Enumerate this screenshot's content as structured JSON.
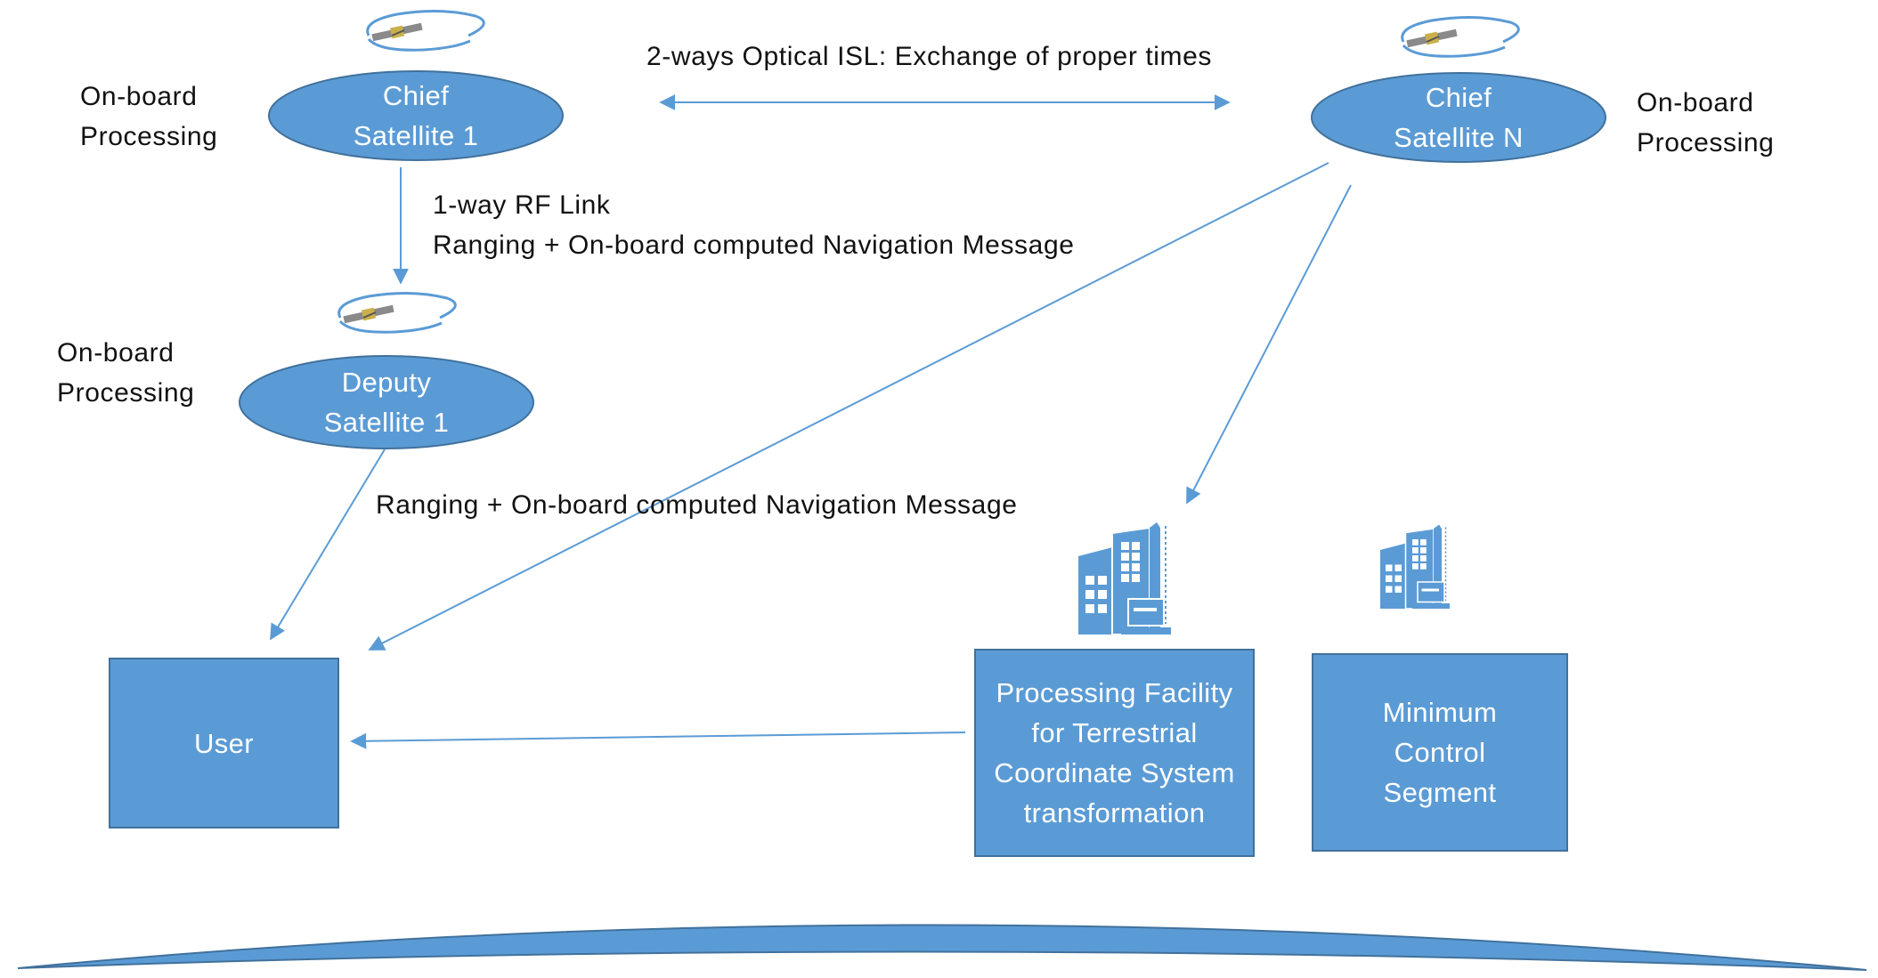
{
  "colors": {
    "node_fill": "#5b9bd5",
    "node_stroke": "#41719c",
    "arrow": "#5b9bd5",
    "icon": "#5b9bd5",
    "text_on_node": "#ffffff",
    "text": "#111111"
  },
  "nodes": {
    "chief_sat_1": {
      "line1": "Chief",
      "line2": "Satellite 1"
    },
    "chief_sat_n": {
      "line1": "Chief",
      "line2": "Satellite N"
    },
    "deputy_sat_1": {
      "line1": "Deputy",
      "line2": "Satellite 1"
    },
    "user": {
      "label": "User"
    },
    "processing_facility": {
      "lines": [
        "Processing Facility",
        "for Terrestrial",
        "Coordinate System",
        "transformation"
      ]
    },
    "minimum_control_segment": {
      "lines": [
        "Minimum",
        "Control",
        "Segment"
      ]
    }
  },
  "labels": {
    "onboard_chief_1": {
      "line1": "On-board",
      "line2": "Processing"
    },
    "onboard_chief_n": {
      "line1": "On-board",
      "line2": "Processing"
    },
    "onboard_deputy_1": {
      "line1": "On-board",
      "line2": "Processing"
    },
    "isl_link": "2-ways Optical ISL: Exchange of proper times",
    "rf_link_line1": "1-way RF Link",
    "rf_link_line2": "Ranging + On-board computed Navigation Message",
    "user_link": "Ranging + On-board computed Navigation Message"
  },
  "icons": {
    "satellite": "satellite-orbit-icon",
    "building": "building-icon"
  }
}
